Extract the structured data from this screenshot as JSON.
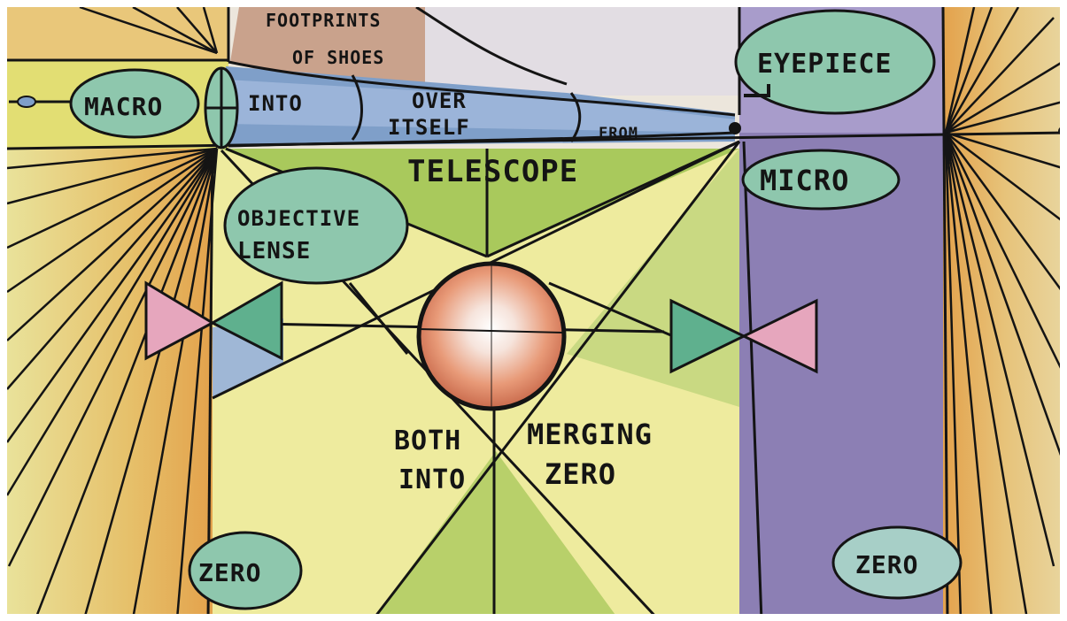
{
  "labels": {
    "footprints_line1": "FOOTPRINTS",
    "footprints_line2": "OF SHOES",
    "macro": "MACRO",
    "into": "INTO",
    "over": "OVER",
    "itself": "ITSELF",
    "from": "FROM",
    "eyepiece": "EYEPIECE",
    "telescope": "TELESCOPE",
    "micro": "MICRO",
    "objective_line1": "OBJECTIVE",
    "objective_line2": "LENSE",
    "both": "BOTH",
    "into_lower": "INTO",
    "merging": "MERGING",
    "zero_text": "ZERO",
    "zero_left": "ZERO",
    "zero_right": "ZERO"
  },
  "colors": {
    "ink": "#141414",
    "paper": "#ece6dc",
    "yellow": "#e3df6f",
    "pale_yellow": "#eeeb9e",
    "green": "#a9c95c",
    "orange": "#e2a24e",
    "purple": "#8c7fb4",
    "lavender": "#b4a9cf",
    "teal": "#8ec7ad",
    "pink": "#e6a6bd",
    "sphere_orange": "#e08a62",
    "blue": "#7f9fc9"
  }
}
